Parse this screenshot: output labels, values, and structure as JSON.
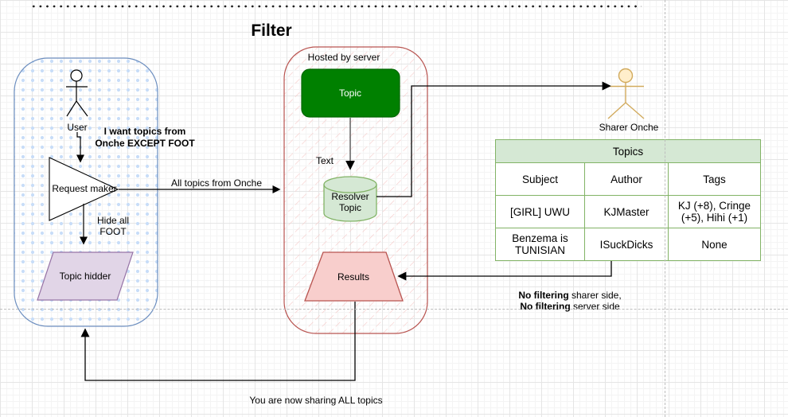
{
  "title": "Filter",
  "colors": {
    "left_container_border": "#6c8ebf",
    "left_container_dots": "#c8ddf8",
    "server_container_border": "#b85450",
    "server_container_hatch": "#f6cbc9",
    "topic_box_fill": "#008000",
    "light_green_fill": "#d5e8d4",
    "green_border": "#82b366",
    "results_fill": "#f8cecc",
    "results_border": "#b85450",
    "hidder_fill": "#e1d5e7",
    "hidder_border": "#9673a6",
    "sharer_stroke": "#d2ab5e",
    "sharer_head_fill": "#ffeecb"
  },
  "left_group": {
    "user_label": "User",
    "request_maker_label": "Request maker",
    "topic_hidder_label": "Topic hidder"
  },
  "server_group": {
    "label": "Hosted by server",
    "topic_label": "Topic",
    "text_label": "Text",
    "resolver_line1": "Resolver",
    "resolver_line2": "Topic",
    "results_label": "Results"
  },
  "sharer_label": "Sharer Onche",
  "annotations": {
    "want_line1": "I want topics from",
    "want_line2": "Onche EXCEPT FOOT",
    "all_topics": "All topics from Onche",
    "hide_line1": "Hide all",
    "hide_line2": "FOOT",
    "nofilter_bold1": "No filtering",
    "nofilter_rest1": " sharer side,",
    "nofilter_bold2": "No filtering",
    "nofilter_rest2": " server side",
    "sharing_all": "You are now sharing ALL topics"
  },
  "table": {
    "title": "Topics",
    "col_headers": [
      "Subject",
      "Author",
      "Tags"
    ],
    "rows": [
      [
        "[GIRL] UWU",
        "KJMaster",
        "KJ (+8), Cringe (+5), Hihi (+1)"
      ],
      [
        "Benzema is TUNISIAN",
        "ISuckDicks",
        "None"
      ]
    ]
  }
}
